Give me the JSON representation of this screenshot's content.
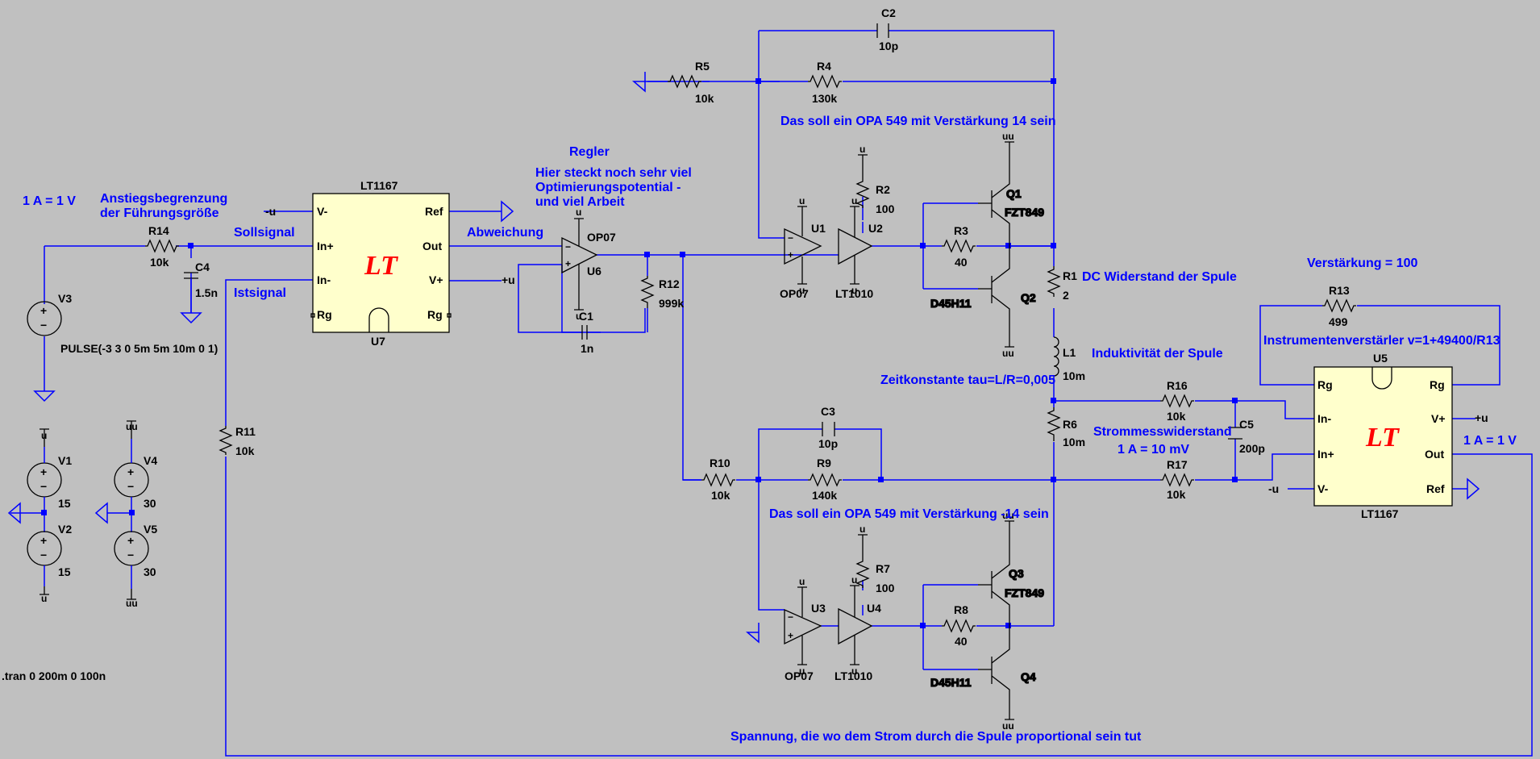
{
  "comments": {
    "one_amp_left": "1 A = 1 V",
    "ramp_line1": "Anstiegsbegrenzung",
    "ramp_line2": "der Führungsgröße",
    "setpoint": "Sollsignal",
    "actual": "Istsignal",
    "error": "Abweichung",
    "regler": "Regler",
    "regler_note1": "Hier steckt noch sehr viel",
    "regler_note2": "Optimierungspotential -",
    "regler_note3": "und viel Arbeit",
    "opa_top": "Das soll ein OPA 549 mit Verstärkung 14 sein",
    "opa_bottom": "Das soll ein OPA 549 mit Verstärkung -14 sein",
    "dc_res": "DC Widerstand der Spule",
    "inductance": "Induktivität der Spule",
    "tau": "Zeitkonstante tau=L/R=0,005",
    "shunt": "Strommesswiderstand",
    "shunt_scale": "1 A = 10 mV",
    "gain": "Verstärkung = 100",
    "inamp": "Instrumentenverstärler  v=1+49400/R13",
    "one_amp_right": "1 A = 1 V",
    "feedback": "Spannung, die wo dem Strom durch die Spule proportional sein tut"
  },
  "directive": ".tran 0 200m 0 100n",
  "v3_source": "PULSE(-3 3 0 5m 5m 10m 0 1)",
  "logo": "LT",
  "components": {
    "V1": {
      "ref": "V1",
      "value": "15"
    },
    "V2": {
      "ref": "V2",
      "value": "15"
    },
    "V3": {
      "ref": "V3"
    },
    "V4": {
      "ref": "V4",
      "value": "30"
    },
    "V5": {
      "ref": "V5",
      "value": "30"
    },
    "R14": {
      "ref": "R14",
      "value": "10k"
    },
    "C4": {
      "ref": "C4",
      "value": "1.5n"
    },
    "R11": {
      "ref": "R11",
      "value": "10k"
    },
    "U7": {
      "ref": "U7",
      "part": "LT1167",
      "pins": {
        "vm": "V-",
        "inp": "In+",
        "inn": "In-",
        "rg1": "Rg",
        "ref": "Ref",
        "out": "Out",
        "vp": "V+",
        "rg2": "Rg"
      }
    },
    "U6": {
      "ref": "U6",
      "part": "OP07"
    },
    "C1": {
      "ref": "C1",
      "value": "1n"
    },
    "R12": {
      "ref": "R12",
      "value": "999k"
    },
    "C2": {
      "ref": "C2",
      "value": "10p"
    },
    "R5": {
      "ref": "R5",
      "value": "10k"
    },
    "R4": {
      "ref": "R4",
      "value": "130k"
    },
    "U1": {
      "ref": "U1",
      "part": "OP07"
    },
    "U2": {
      "ref": "U2",
      "part": "LT1010"
    },
    "R2": {
      "ref": "R2",
      "value": "100"
    },
    "R3": {
      "ref": "R3",
      "value": "40"
    },
    "Q1": {
      "ref": "Q1",
      "part": "FZT849"
    },
    "Q2": {
      "ref": "Q2",
      "part": "D45H11"
    },
    "R1": {
      "ref": "R1",
      "value": "2"
    },
    "L1": {
      "ref": "L1",
      "value": "10m"
    },
    "R6": {
      "ref": "R6",
      "value": "10m"
    },
    "R16": {
      "ref": "R16",
      "value": "10k"
    },
    "R17": {
      "ref": "R17",
      "value": "10k"
    },
    "C5": {
      "ref": "C5",
      "value": "200p"
    },
    "C3": {
      "ref": "C3",
      "value": "10p"
    },
    "R10": {
      "ref": "R10",
      "value": "10k"
    },
    "R9": {
      "ref": "R9",
      "value": "140k"
    },
    "U3": {
      "ref": "U3",
      "part": "OP07"
    },
    "U4": {
      "ref": "U4",
      "part": "LT1010"
    },
    "R7": {
      "ref": "R7",
      "value": "100"
    },
    "R8": {
      "ref": "R8",
      "value": "40"
    },
    "Q3": {
      "ref": "Q3",
      "part": "FZT849"
    },
    "Q4": {
      "ref": "Q4",
      "part": "D45H11"
    },
    "R13": {
      "ref": "R13",
      "value": "499"
    },
    "U5": {
      "ref": "U5",
      "part": "LT1167",
      "pins": {
        "rg1": "Rg",
        "inn": "In-",
        "inp": "In+",
        "vm": "V-",
        "rg2": "Rg",
        "vp": "V+",
        "out": "Out",
        "ref": "Ref"
      }
    }
  },
  "nets": {
    "u": "u",
    "uu": "uu",
    "minus_u": "-u",
    "plus_u": "+u"
  }
}
